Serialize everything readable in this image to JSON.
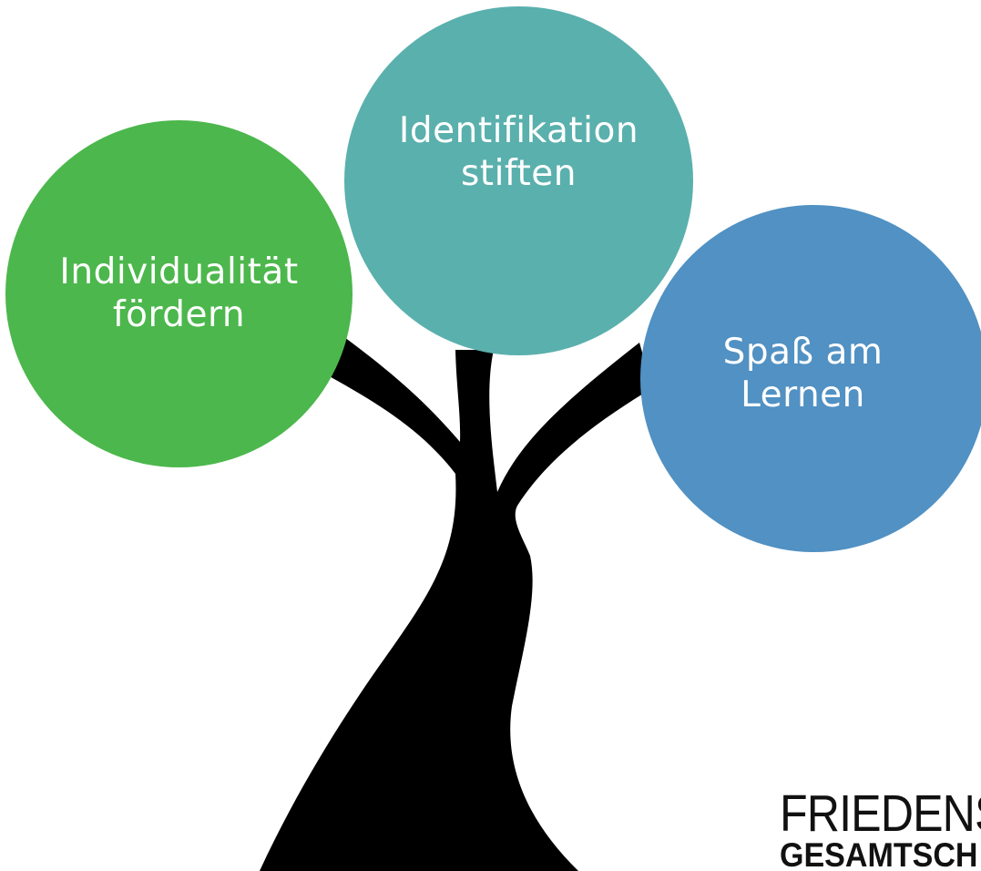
{
  "bubbles": {
    "green": {
      "line1": "Individualität",
      "line2": "fördern",
      "color": "#4cb74c"
    },
    "teal": {
      "line1": "Identifikation",
      "line2": "stiften",
      "color": "#5ab0ad"
    },
    "blue": {
      "line1": "Spaß am",
      "line2": "Lernen",
      "color": "#5191c3"
    }
  },
  "tree": {
    "color": "#000000"
  },
  "logo": {
    "line1": "FRIEDENS",
    "line2": "GESAMTSCH"
  }
}
